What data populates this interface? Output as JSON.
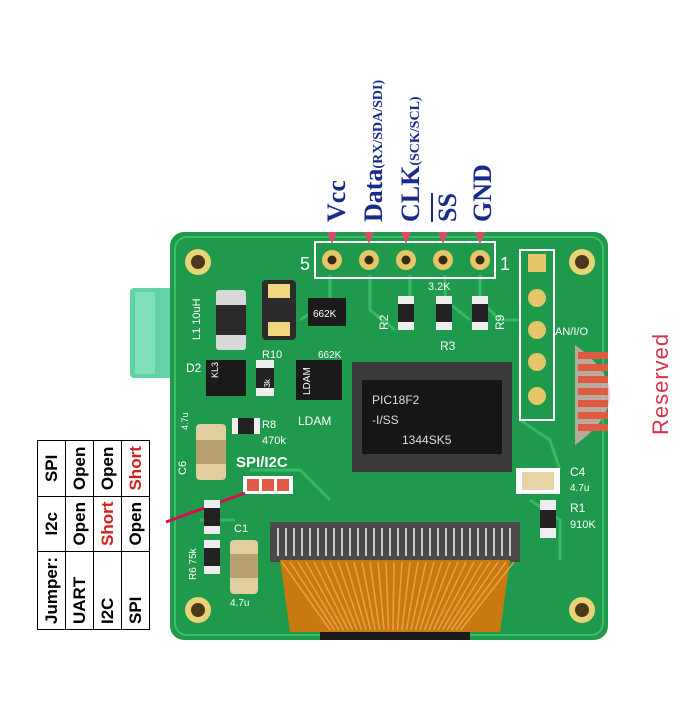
{
  "pins": {
    "vcc": "Vcc",
    "data": "Data",
    "data_sub": "(RX/SDA/SDI)",
    "clk": "CLK",
    "clk_sub": "(SCK/SCL)",
    "ss": "SS",
    "gnd": "GND",
    "num_left": "5",
    "num_right": "1"
  },
  "board_text": {
    "inductor": "L1 10uH",
    "d2": "D2",
    "d2_code": "KL3",
    "r10": "R10",
    "r10_val": "33k",
    "ldam_chip": "LDAM",
    "ldam": "LDAM",
    "r2": "R2",
    "r3": "R3",
    "r9": "R9",
    "r_val": "3.2K",
    "c_small": "662K",
    "c_small2": "662K",
    "r8": "R8",
    "r8_val": "470k",
    "c6": "C6",
    "c6_val": "4.7u",
    "spi_i2c": "SPI/I2C",
    "mcu_line1": "PIC18F2",
    "mcu_line2": "-I/SS",
    "mcu_line3": "1344SK5",
    "an_io": "AN/I/O",
    "c4": "C4",
    "c4_val": "4.7u",
    "r1": "R1",
    "r1_val": "910K",
    "c1": "C1",
    "c1_val": "4.7u",
    "r6": "R6 75k",
    "cap_val": "4.7u"
  },
  "reserved_label": "Reserved",
  "jumper_table": {
    "rows": [
      [
        "Jumper:",
        "I2c",
        "SPI"
      ],
      [
        "UART",
        "Open",
        "Open"
      ],
      [
        "I2C",
        "Short",
        "Open"
      ],
      [
        "SPI",
        "Open",
        "Short"
      ]
    ],
    "highlight_value": "Short"
  },
  "colors": {
    "pcb_green": "#1f9a4c",
    "label_blue": "#1a2a8c",
    "reserved_red": "#d8344a",
    "short_red": "#d0201c",
    "flex_orange": "#c8790f"
  }
}
